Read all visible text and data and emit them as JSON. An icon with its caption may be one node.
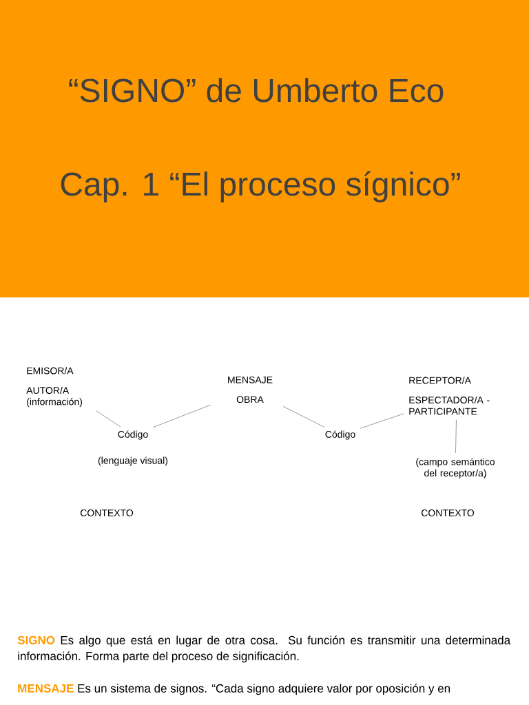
{
  "diagram": {
    "title": "“SIGNO” de Umberto Eco",
    "nodes": [
      {
        "text": [
          "EMISOR/A",
          "AUTOR/A (información)"
        ]
      },
      {
        "text": [
          "Código"
        ],
        "beside": [
          "(lenguaje visual)"
        ]
      },
      {
        "text": [
          "MENSAJE",
          "OBRA"
        ]
      },
      {
        "text": [
          "Código"
        ]
      },
      {
        "text": [
          "RECEPTOR/A",
          "ESPECTADOR/A - PARTICIPANTE"
        ]
      },
      {
        "text": [
          "(campo semántico del receptor/a)"
        ]
      }
    ],
    "edges": [
      {
        "from": 0,
        "to": 1,
        "arrow": "none"
      },
      {
        "from": 1,
        "to": 2,
        "arrow": "none"
      },
      {
        "from": 2,
        "to": 3,
        "arrow": "none"
      },
      {
        "from": 3,
        "to": 4,
        "arrow": "none"
      },
      {
        "from": 4,
        "to": 5,
        "arrow": "none"
      }
    ],
    "labels": [
      "Cap. 1 “El proceso sígnico”",
      "CONTEXTO",
      "CONTEXTO",
      "SIGNO",
      "Es algo que está en lugar de otra cosa. Su función es transmitir una determinada información. Forma parte del proceso de significación.",
      "MENSAJE",
      "Es un sistema de signos. “Cada signo adquiere valor por oposición y en"
    ]
  }
}
